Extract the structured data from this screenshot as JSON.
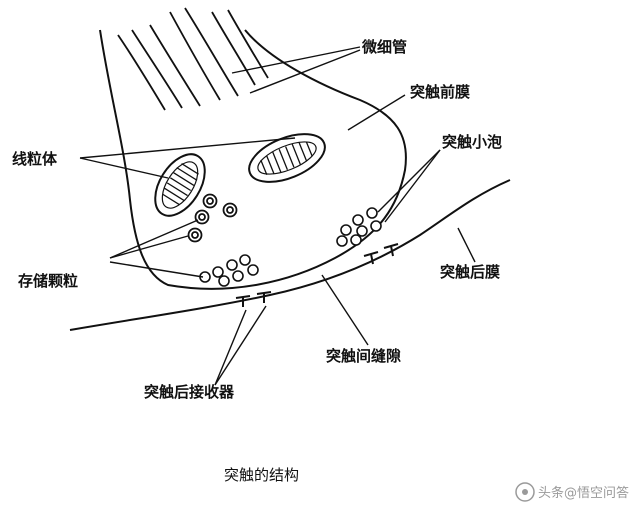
{
  "labels": {
    "microtubule": "微细管",
    "presynaptic_membrane": "突触前膜",
    "mitochondria": "线粒体",
    "synaptic_vesicle": "突触小泡",
    "storage_granule": "存储颗粒",
    "postsynaptic_membrane": "突触后膜",
    "synaptic_cleft": "突触间缝隙",
    "postsynaptic_receptor": "突触后接收器"
  },
  "caption": "突触的结构",
  "watermark": "头条@悟空问答",
  "colors": {
    "ink": "#111111",
    "background": "#ffffff",
    "watermark": "#9a9a9a"
  }
}
